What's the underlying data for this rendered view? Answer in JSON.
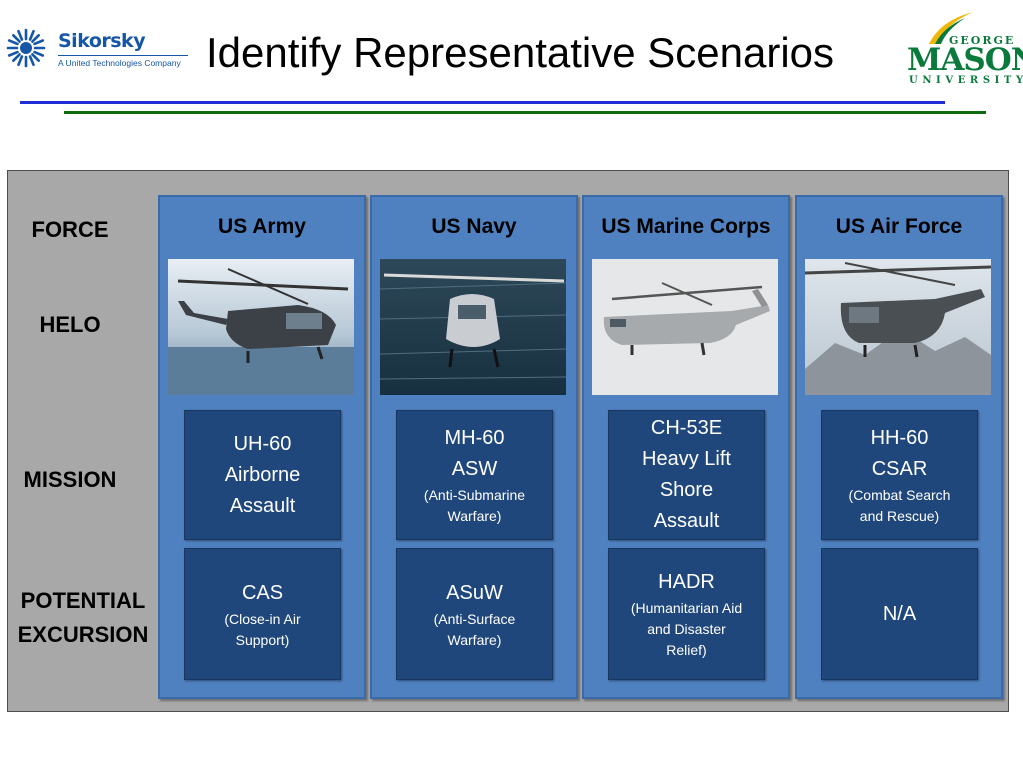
{
  "header": {
    "title": "Identify Representative Scenarios",
    "logo_left": {
      "name": "Sikorsky",
      "tagline": "A United Technologies Company"
    },
    "logo_right": {
      "top": "GEORGE",
      "main": "MASON",
      "bottom": "UNIVERSITY"
    }
  },
  "row_labels": {
    "force": "FORCE",
    "helo": "HELO",
    "mission": "MISSION",
    "excursion_line1": "POTENTIAL",
    "excursion_line2": "EXCURSION"
  },
  "columns": [
    {
      "force": "US Army",
      "mission": [
        "UH-60",
        "Airborne",
        "Assault"
      ],
      "mission_note": [],
      "excursion": "CAS",
      "excursion_note": [
        "(Close-in Air",
        "Support)"
      ]
    },
    {
      "force": "US Navy",
      "mission": [
        "MH-60",
        "ASW"
      ],
      "mission_note": [
        "(Anti-Submarine",
        "Warfare)"
      ],
      "excursion": "ASuW",
      "excursion_note": [
        "(Anti-Surface",
        "Warfare)"
      ]
    },
    {
      "force": "US Marine Corps",
      "mission": [
        "CH-53E",
        "Heavy Lift",
        "Shore",
        "Assault"
      ],
      "mission_note": [],
      "excursion": "HADR",
      "excursion_note": [
        "(Humanitarian Aid",
        "and Disaster",
        "Relief)"
      ]
    },
    {
      "force": "US Air Force",
      "mission": [
        "HH-60",
        "CSAR"
      ],
      "mission_note": [
        "(Combat Search",
        "and Rescue)"
      ],
      "excursion": "N/A",
      "excursion_note": []
    }
  ],
  "colors": {
    "column_bg": "#4f80c0",
    "box_bg": "#1f477c",
    "frame_bg": "#a8a8a8",
    "rule_blue": "#1f2fd8",
    "rule_green": "#0e6a0e"
  }
}
